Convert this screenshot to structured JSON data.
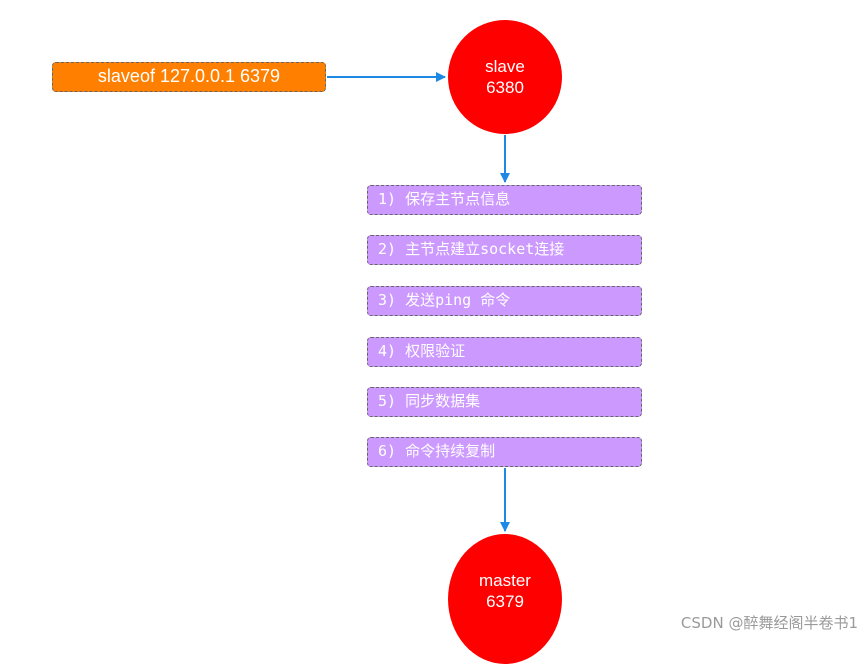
{
  "command": {
    "label": "slaveof 127.0.0.1 6379",
    "color": "#ff8000"
  },
  "slave_node": {
    "name": "slave",
    "port": "6380",
    "color": "#ff0000"
  },
  "master_node": {
    "name": "master",
    "port": "6379",
    "color": "#ff0000"
  },
  "steps": [
    {
      "label": "1) 保存主节点信息"
    },
    {
      "label": "2) 主节点建立socket连接"
    },
    {
      "label": "3) 发送ping 命令"
    },
    {
      "label": "4) 权限验证"
    },
    {
      "label": "5) 同步数据集"
    },
    {
      "label": "6) 命令持续复制"
    }
  ],
  "step_color": "#cc99ff",
  "arrow_color": "#1e88e5",
  "watermark": "CSDN @醉舞经阁半卷书1"
}
